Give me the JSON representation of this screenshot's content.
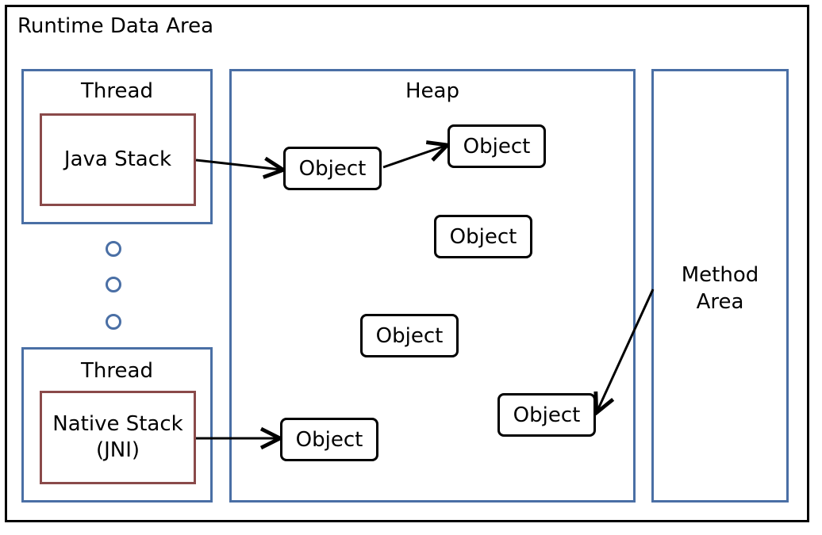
{
  "title": "Runtime Data Area",
  "thread_top": {
    "label": "Thread",
    "stack_label": "Java Stack"
  },
  "thread_bottom": {
    "label": "Thread",
    "stack_line1": "Native Stack",
    "stack_line2": "(JNI)"
  },
  "heap": {
    "label": "Heap",
    "objects": [
      "Object",
      "Object",
      "Object",
      "Object",
      "Object",
      "Object"
    ]
  },
  "method_area": {
    "line1": "Method",
    "line2": "Area"
  },
  "colors": {
    "thread_border": "#4a6fa5",
    "stack_border": "#8a4a4a",
    "frame": "#000000"
  }
}
